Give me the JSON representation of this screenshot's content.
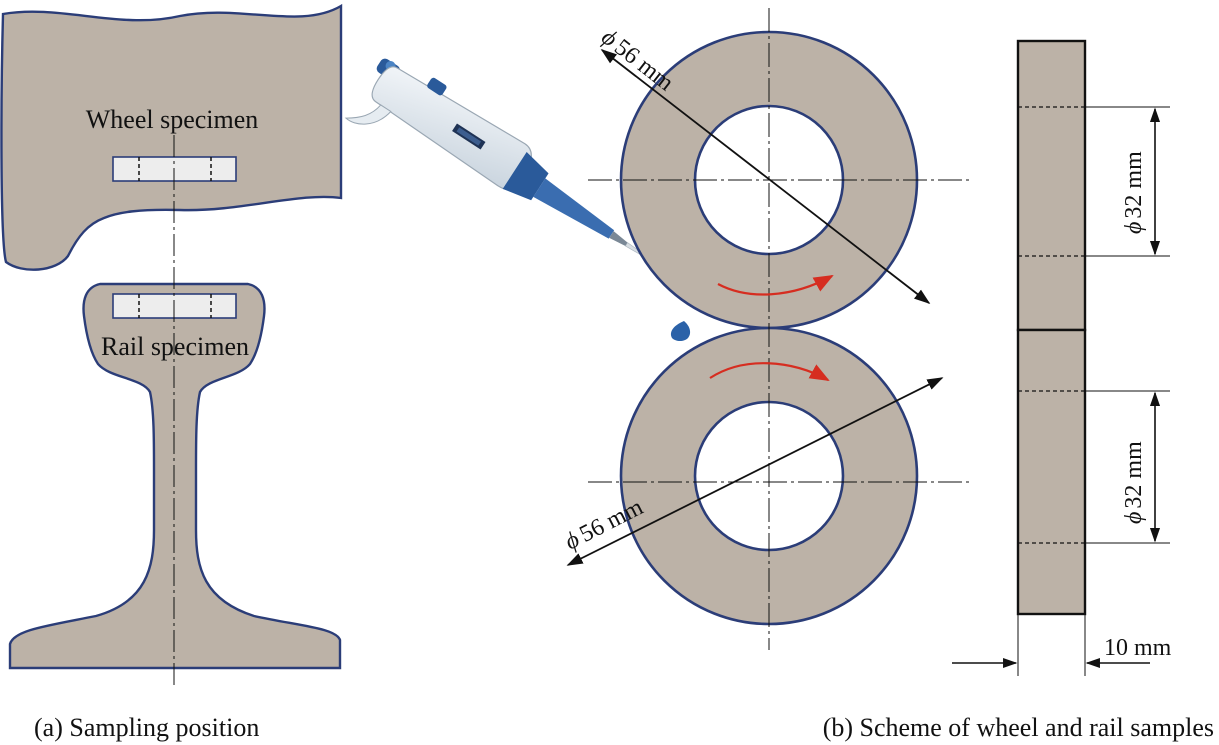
{
  "colors": {
    "specimen_fill": "#bcb2a7",
    "specimen_edge": "#2b3d78",
    "rotation_arrow": "#d62d20",
    "pipette_body": "#dfe7ee",
    "pipette_accent": "#2a5a9a",
    "drop": "#2b62a8",
    "line": "#111111"
  },
  "panel_a": {
    "wheel_label": "Wheel specimen",
    "rail_label": "Rail specimen",
    "caption": "(a) Sampling position"
  },
  "panel_b": {
    "caption": "(b) Scheme of wheel and rail samples",
    "dim_outer_upper": {
      "symbol": "ϕ",
      "text": "56 mm"
    },
    "dim_outer_lower": {
      "symbol": "ϕ",
      "text": "56 mm"
    },
    "dim_inner_upper": {
      "symbol": "ϕ",
      "text": "32 mm"
    },
    "dim_inner_lower": {
      "symbol": "ϕ",
      "text": "32 mm"
    },
    "dim_width": "10 mm"
  },
  "icons": {
    "pipette": "pipette-icon",
    "drop": "droplet-icon"
  }
}
